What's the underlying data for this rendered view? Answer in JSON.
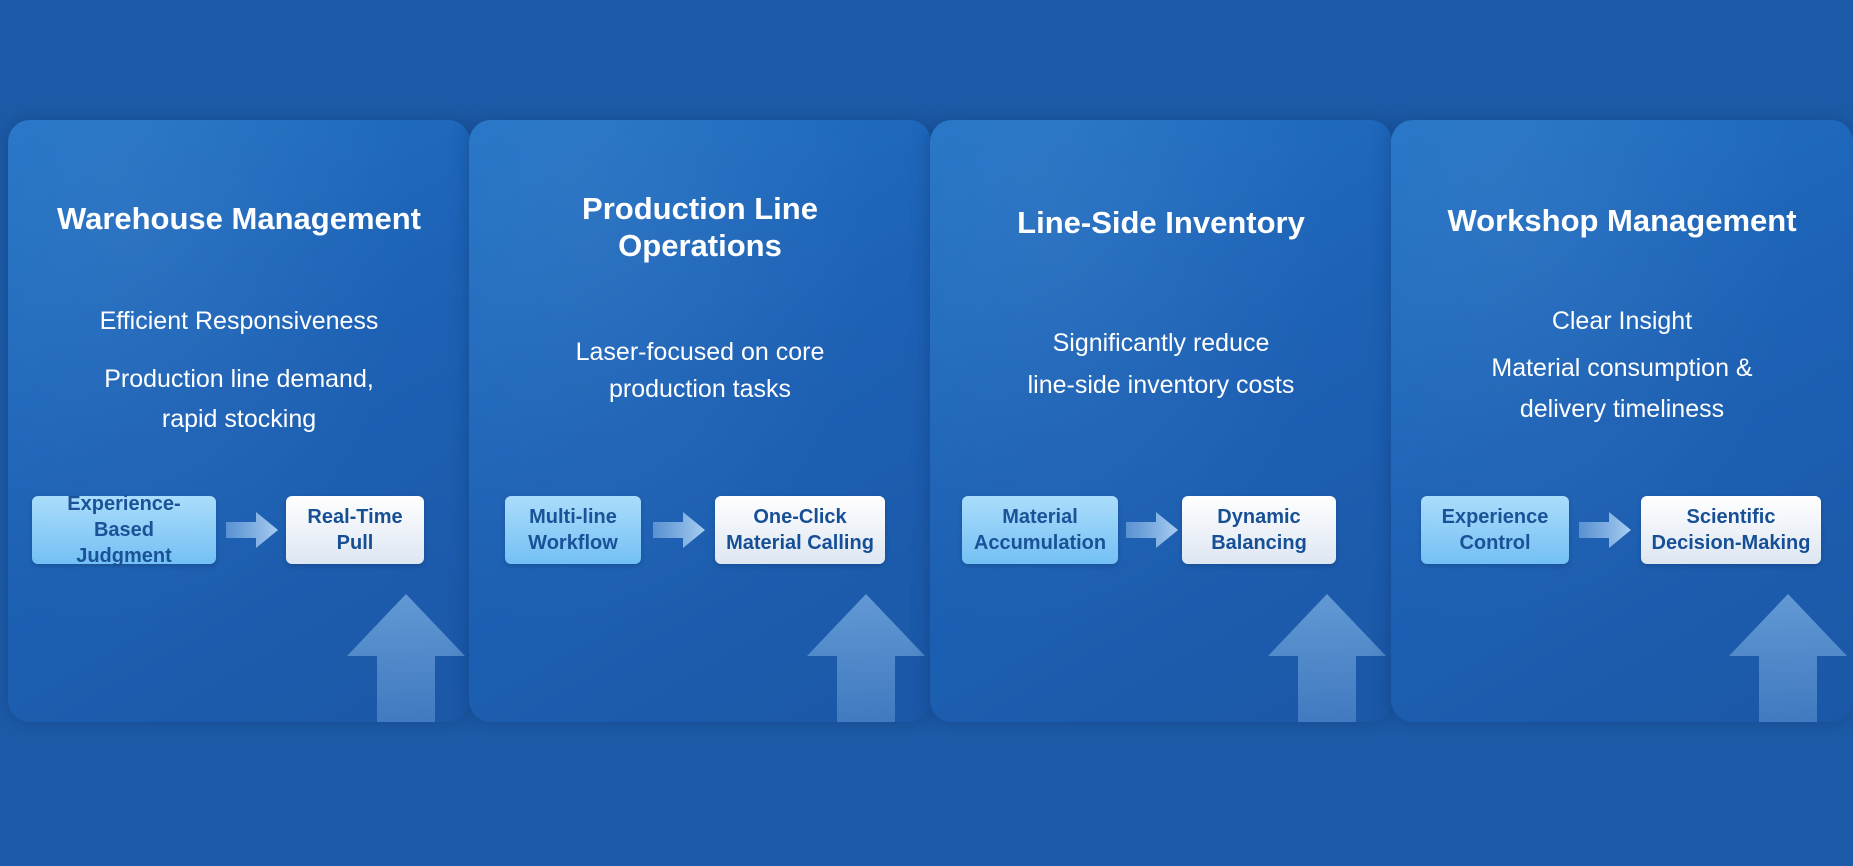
{
  "colors": {
    "background": "#1d5ba8",
    "card": "#1f66b9",
    "pill_from": "#8fd0f8",
    "pill_to": "#f0f4fa",
    "pill_text": "#174f96"
  },
  "cards": [
    {
      "title": "Warehouse Management",
      "lines": [
        "Efficient Responsiveness",
        "Production line demand,",
        "rapid stocking"
      ],
      "from_label": "Experience-Based\nJudgment",
      "to_label": "Real-Time\nPull",
      "flow_icon": "right-arrow-icon",
      "up_icon": "up-arrow-icon"
    },
    {
      "title": "Production Line\nOperations",
      "lines": [
        "Laser-focused on core",
        "production tasks"
      ],
      "from_label": "Multi-line\nWorkflow",
      "to_label": "One-Click\nMaterial Calling",
      "flow_icon": "right-arrow-icon",
      "up_icon": "up-arrow-icon"
    },
    {
      "title": "Line-Side Inventory",
      "lines": [
        "Significantly reduce",
        "line-side inventory costs"
      ],
      "from_label": "Material\nAccumulation",
      "to_label": "Dynamic\nBalancing",
      "flow_icon": "right-arrow-icon",
      "up_icon": "up-arrow-icon"
    },
    {
      "title": "Workshop Management",
      "lines": [
        "Clear Insight",
        "Material consumption &",
        "delivery timeliness"
      ],
      "from_label": "Experience\nControl",
      "to_label": "Scientific\nDecision-Making",
      "flow_icon": "right-arrow-icon",
      "up_icon": "up-arrow-icon"
    }
  ]
}
